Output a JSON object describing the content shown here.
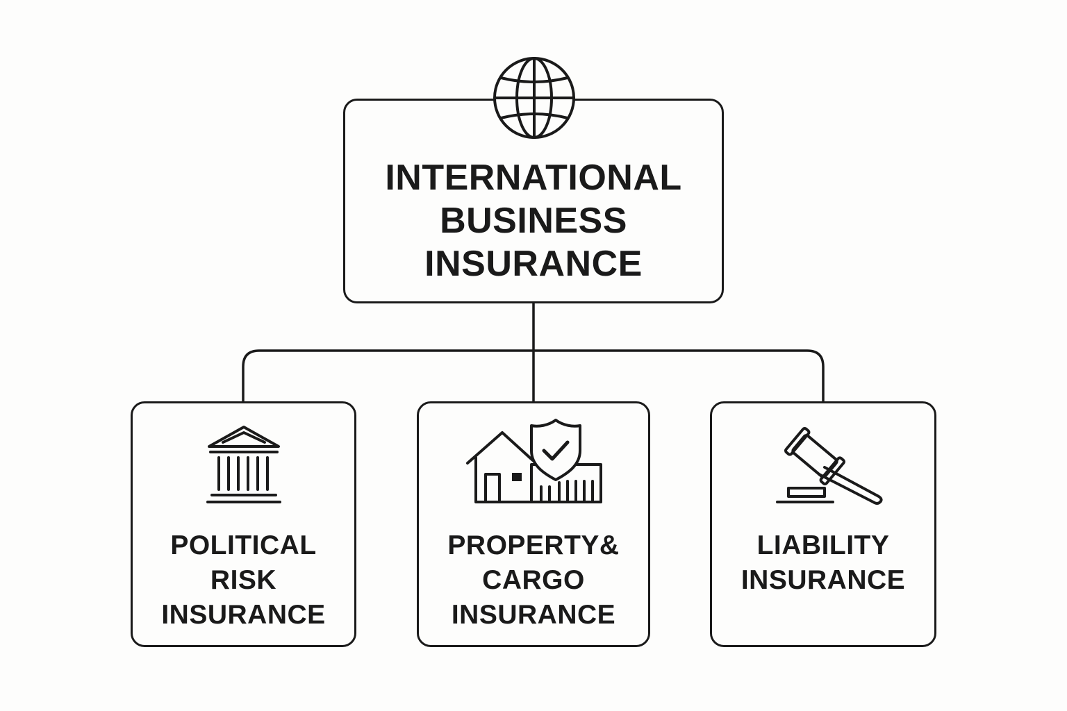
{
  "diagram": {
    "root": {
      "lines": [
        "INTERNATIONAL",
        "BUSINESS",
        "INSURANCE"
      ],
      "icon": "globe-icon"
    },
    "children": [
      {
        "id": "political",
        "lines": [
          "POLITICAL",
          "RISK",
          "INSURANCE"
        ],
        "icon": "bank-building-icon"
      },
      {
        "id": "property",
        "lines": [
          "PROPERTY&",
          "CARGO",
          "INSURANCE"
        ],
        "icon": "house-shield-container-icon"
      },
      {
        "id": "liability",
        "lines": [
          "LIABILITY",
          "INSURANCE"
        ],
        "icon": "gavel-icon"
      }
    ],
    "colors": {
      "stroke": "#1a1a1a",
      "background": "#fdfdfc"
    }
  }
}
